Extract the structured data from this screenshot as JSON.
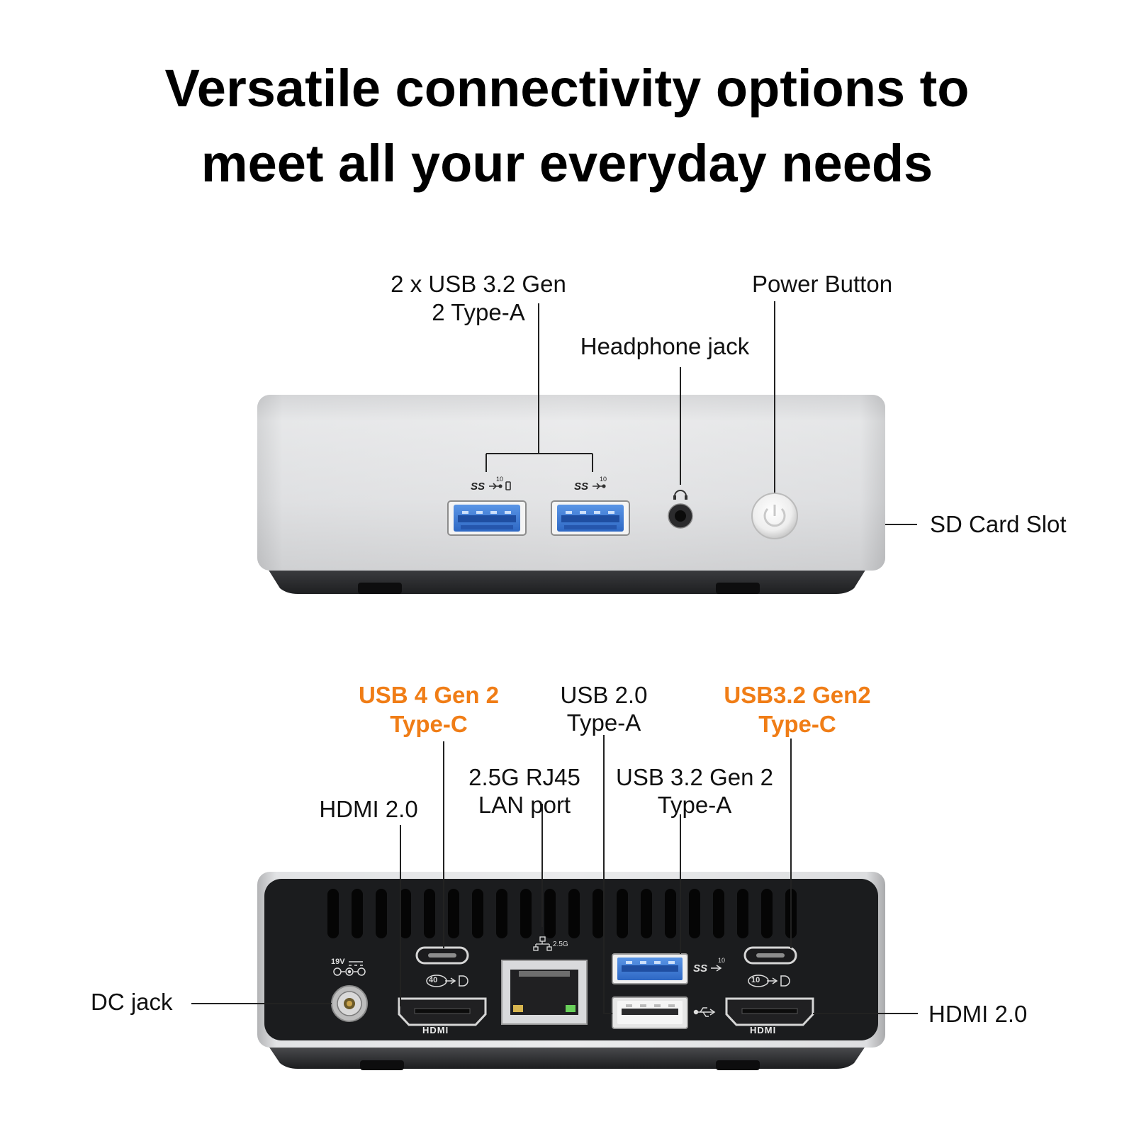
{
  "headline": {
    "line1": "Versatile connectivity options to",
    "line2": "meet all your everyday needs"
  },
  "front_panel": {
    "usb_label_line1": "2 x USB 3.2 Gen",
    "usb_label_line2": "2 Type-A",
    "headphone_label": "Headphone jack",
    "power_label": "Power Button",
    "sd_label": "SD Card Slot",
    "usb_ss_mark": "SS",
    "usb_speed_mark": "10"
  },
  "rear_panel": {
    "usb4_line1": "USB 4 Gen 2",
    "usb4_line2": "Type-C",
    "usb20_line1": "USB 2.0",
    "usb20_line2": "Type-A",
    "usb32c_line1": "USB3.2 Gen2",
    "usb32c_line2": "Type-C",
    "lan_line1": "2.5G RJ45",
    "lan_line2": "LAN port",
    "usb32a_line1": "USB 3.2 Gen 2",
    "usb32a_line2": "Type-A",
    "hdmi_left_label": "HDMI 2.0",
    "hdmi_right_label": "HDMI 2.0",
    "dc_label": "DC jack",
    "dc_voltage_mark": "19V",
    "lan_speed_mark": "2.5G",
    "hdmi_mark": "HDMI",
    "usb4_speed_mark": "40",
    "usbc_speed_mark": "10",
    "usb_ss_mark": "SS",
    "usb_speed_mark": "10"
  },
  "colors": {
    "highlight": "#f07d16",
    "usb3_blue": "#3d7fd9",
    "chassis_silver": "#d9dadc",
    "panel_black": "#1b1c1e"
  }
}
